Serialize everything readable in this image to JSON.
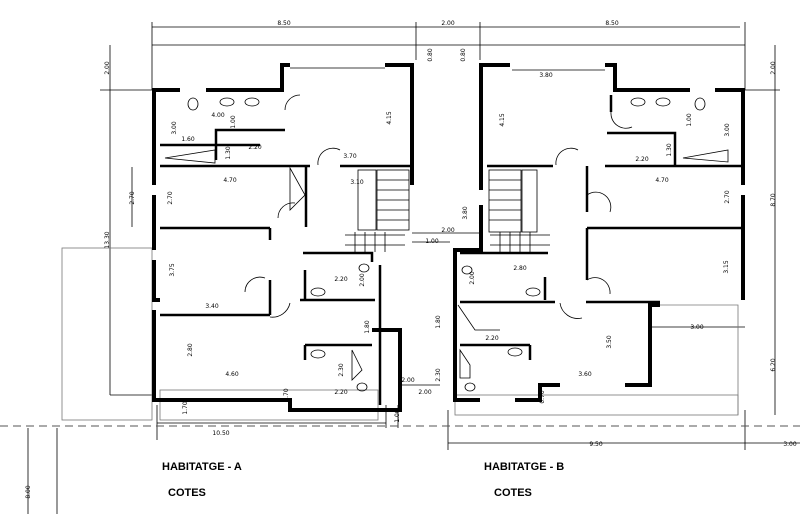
{
  "titles": {
    "house_a": "HABITATGE - A",
    "house_a_sub": "COTES",
    "house_b": "HABITATGE - B",
    "house_b_sub": "COTES"
  },
  "dims_a": [
    "8.50",
    "2.00",
    "0.80",
    "2.00",
    "13.30",
    "4.00",
    "1.00",
    "3.00",
    "1.60",
    "1.30",
    "2.20",
    "3.70",
    "4.15",
    "4.70",
    "3.10",
    "2.70",
    "2.70",
    "3.75",
    "3.40",
    "2.20",
    "2.00",
    "1.80",
    "2.80",
    "4.60",
    "2.30",
    "0.70",
    "2.20",
    "2.00",
    "1.70",
    "1.00",
    "10.50",
    "8.00",
    "1.00"
  ],
  "dims_b": [
    "8.50",
    "0.80",
    "2.00",
    "8.70",
    "3.80",
    "4.15",
    "1.00",
    "3.00",
    "1.30",
    "2.20",
    "4.70",
    "2.70",
    "3.80",
    "2.00",
    "2.80",
    "2.00",
    "3.15",
    "1.80",
    "2.20",
    "3.00",
    "3.50",
    "3.60",
    "2.30",
    "0.70",
    "2.00",
    "6.20",
    "9.50",
    "3.00"
  ]
}
